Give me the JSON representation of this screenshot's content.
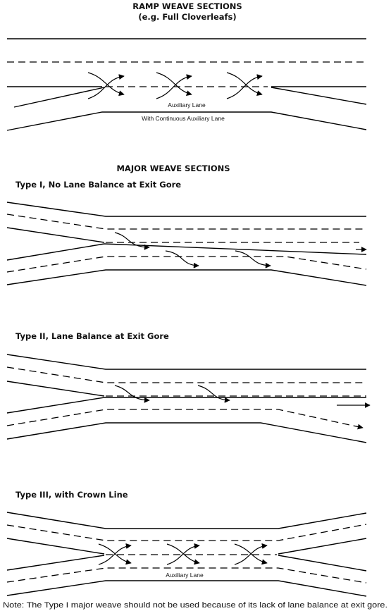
{
  "ramp_weave": {
    "title": "RAMP WEAVE SECTIONS",
    "subtitle": "(e.g. Full Cloverleafs)",
    "aux_label": "Auxiliary Lane",
    "continuous_label": "With Continuous Auxiliary Lane"
  },
  "major_weave": {
    "title": "MAJOR WEAVE SECTIONS",
    "type1_title": "Type I, No Lane Balance at Exit Gore",
    "type2_title": "Type II, Lane Balance at Exit Gore",
    "type3_title": "Type III, with Crown Line",
    "type3_aux_label": "Auxiliary Lane"
  },
  "note": "Note: The Type I major weave should not be used because of its lack of lane balance at exit gore."
}
